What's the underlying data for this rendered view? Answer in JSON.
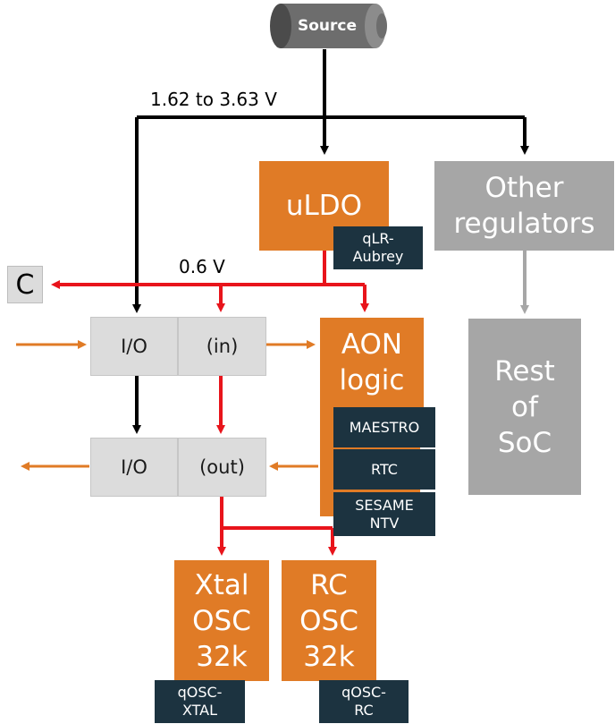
{
  "source": {
    "label": "Source"
  },
  "voltage_supply": "1.62 to 3.63 V",
  "voltage_core": "0.6 V",
  "c_label": "C",
  "uldo": {
    "label": "uLDO",
    "tag": "qLR-\nAubrey"
  },
  "other_regulators": {
    "label": "Other\nregulators"
  },
  "rest_of_soc": {
    "label": "Rest\nof\nSoC"
  },
  "io_in": {
    "io": "I/O",
    "port": "(in)"
  },
  "io_out": {
    "io": "I/O",
    "port": "(out)"
  },
  "aon": {
    "label": "AON\nlogic",
    "modules": [
      "MAESTRO",
      "RTC",
      "SESAME\nNTV"
    ]
  },
  "xtal_osc": {
    "label": "Xtal\nOSC\n32k",
    "tag": "qOSC-\nXTAL"
  },
  "rc_osc": {
    "label": "RC\nOSC\n32k",
    "tag": "qOSC-\nRC"
  },
  "colors": {
    "orange": "#e07b26",
    "grey": "#a6a6a6",
    "navy": "#1c3340",
    "red_wire": "#e8141b",
    "black_wire": "#000000"
  }
}
